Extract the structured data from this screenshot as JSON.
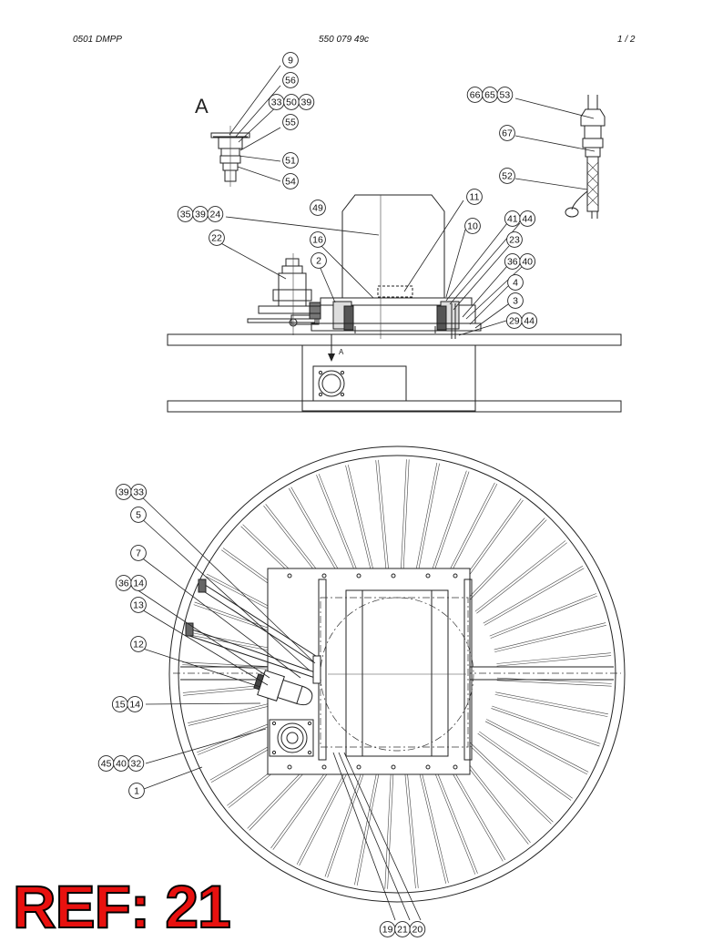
{
  "header": {
    "left": "0501 DMPP",
    "middle": "550 079 49c",
    "right": "1 /  2"
  },
  "view_letter": "A",
  "small_arrow_label": "A",
  "ref_label": "REF: 21",
  "balloons_top": [
    {
      "id": "b9",
      "labels": [
        "9"
      ]
    },
    {
      "id": "b56",
      "labels": [
        "56"
      ]
    },
    {
      "id": "b335039",
      "labels": [
        "33",
        "50",
        "39"
      ]
    },
    {
      "id": "b55",
      "labels": [
        "55"
      ]
    },
    {
      "id": "b51",
      "labels": [
        "51"
      ]
    },
    {
      "id": "b54",
      "labels": [
        "54"
      ]
    },
    {
      "id": "b666553",
      "labels": [
        "66",
        "65",
        "53"
      ]
    },
    {
      "id": "b67",
      "labels": [
        "67"
      ]
    },
    {
      "id": "b52",
      "labels": [
        "52"
      ]
    },
    {
      "id": "b353924",
      "labels": [
        "35",
        "39",
        "24"
      ]
    },
    {
      "id": "b49",
      "labels": [
        "49"
      ]
    },
    {
      "id": "b11",
      "labels": [
        "11"
      ]
    },
    {
      "id": "b10",
      "labels": [
        "10"
      ]
    },
    {
      "id": "b4144",
      "labels": [
        "41",
        "44"
      ]
    },
    {
      "id": "b22",
      "labels": [
        "22"
      ]
    },
    {
      "id": "b16",
      "labels": [
        "16"
      ]
    },
    {
      "id": "b23",
      "labels": [
        "23"
      ]
    },
    {
      "id": "b3640",
      "labels": [
        "36",
        "40"
      ]
    },
    {
      "id": "b2",
      "labels": [
        "2"
      ]
    },
    {
      "id": "b4",
      "labels": [
        "4"
      ]
    },
    {
      "id": "b3",
      "labels": [
        "3"
      ]
    },
    {
      "id": "b2944",
      "labels": [
        "29",
        "44"
      ]
    }
  ],
  "balloons_bottom": [
    {
      "id": "b3933",
      "labels": [
        "39",
        "33"
      ]
    },
    {
      "id": "b5",
      "labels": [
        "5"
      ]
    },
    {
      "id": "b7",
      "labels": [
        "7"
      ]
    },
    {
      "id": "b3614",
      "labels": [
        "36",
        "14"
      ]
    },
    {
      "id": "b13",
      "labels": [
        "13"
      ]
    },
    {
      "id": "b12",
      "labels": [
        "12"
      ]
    },
    {
      "id": "b1514",
      "labels": [
        "15",
        "14"
      ]
    },
    {
      "id": "b454032",
      "labels": [
        "45",
        "40",
        "32"
      ]
    },
    {
      "id": "b1",
      "labels": [
        "1"
      ]
    },
    {
      "id": "b192120",
      "labels": [
        "19",
        "21",
        "20"
      ]
    }
  ]
}
